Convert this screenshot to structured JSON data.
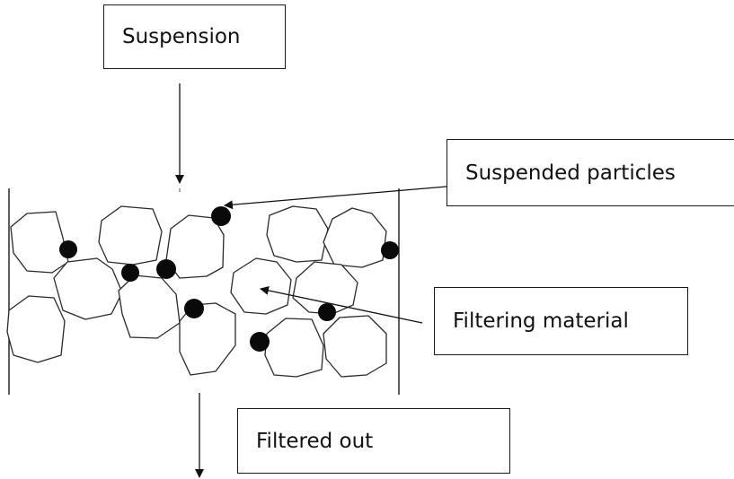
{
  "labels": {
    "suspension": "Suspension",
    "suspended_particles": "Suspended particles",
    "filtering_material": "Filtering material",
    "filtered_out": "Filtered out"
  },
  "colors": {
    "stroke": "#1a1a1a",
    "particle_fill": "#0a0a0a",
    "background": "#ffffff"
  }
}
